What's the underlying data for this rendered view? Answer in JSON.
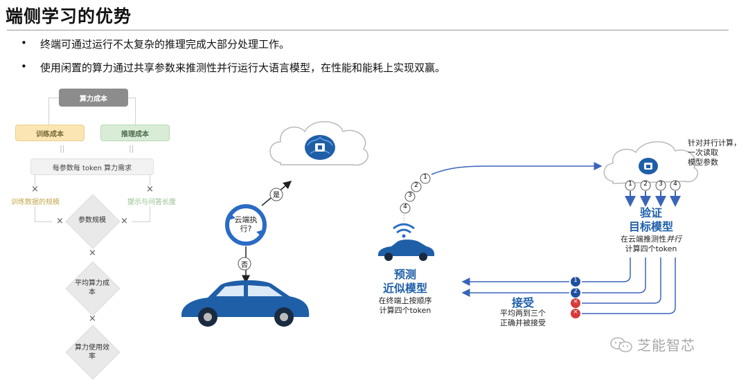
{
  "title": "端侧学习的优势",
  "bullets": [
    {
      "symbol": "•",
      "text": "终端可通过运行不太复杂的推理完成大部分处理工作。"
    },
    {
      "symbol": "•",
      "text": "使用闲置的算力通过共享参数来推测性并行运行大语言模型，在性能和能耗上实现双赢。"
    }
  ],
  "cost_chart": {
    "total": "算力成本",
    "training": "训练成本",
    "inference": "推理成本",
    "demand": "每参数每 token 算力需求",
    "training_data": "训练数据的规模",
    "prompt_length": "提示与问答长度",
    "param_scale": "参数规模",
    "unit_cost": "平均算力成本",
    "efficiency": "算力使用效率",
    "times": "×",
    "equals": "||"
  },
  "decision": {
    "question": "云端执行?",
    "yes": "是",
    "no": "否"
  },
  "steps": [
    "1",
    "2",
    "3",
    "4"
  ],
  "device": {
    "title_line1": "预测",
    "title_line2": "近似模型",
    "desc_line1": "在终端上按顺序",
    "desc_line2": "计算四个token"
  },
  "cloud": {
    "note_line1": "针对并行计算，",
    "note_line2": "一次读取",
    "note_line3": "模型参数",
    "title_line1": "验证",
    "title_line2": "目标模型",
    "desc_line1_a": "在云端推测性",
    "desc_line1_b": "并行",
    "desc_line2": "计算四个token"
  },
  "accept": {
    "title": "接受",
    "desc_line1": "平均两到三个",
    "desc_line2": "正确并被接受",
    "results": [
      "1",
      "2",
      "×",
      "×"
    ]
  },
  "watermark": "芝能智芯",
  "colors": {
    "blue": "#1f5fa8",
    "accent": "#2a6bc4",
    "reject": "#d63a3a",
    "arrow": "#3a64b8"
  }
}
